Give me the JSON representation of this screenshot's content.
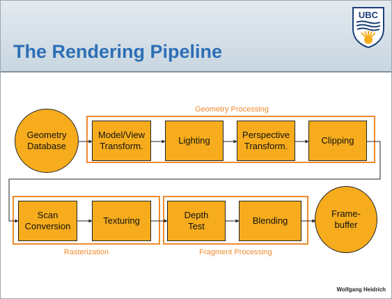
{
  "slide": {
    "title": "The Rendering Pipeline",
    "logo_text": "UBC",
    "author": "Wolfgang Heidrich"
  },
  "colors": {
    "header": "#d3dde6",
    "title": "#2d6fb6",
    "node_fill": "#f6ac1c",
    "group_border": "#f08a2c",
    "group_label": "#f08a2c"
  },
  "groups": {
    "geometry": "Geometry Processing",
    "rasterization": "Rasterization",
    "fragment": "Fragment Processing"
  },
  "nodes": {
    "geometry_database": "Geometry\nDatabase",
    "model_view": "Model/View\nTransform.",
    "lighting": "Lighting",
    "perspective": "Perspective\nTransform.",
    "clipping": "Clipping",
    "scan_conversion": "Scan\nConversion",
    "texturing": "Texturing",
    "depth_test": "Depth\nTest",
    "blending": "Blending",
    "framebuffer": "Frame-\nbuffer"
  }
}
